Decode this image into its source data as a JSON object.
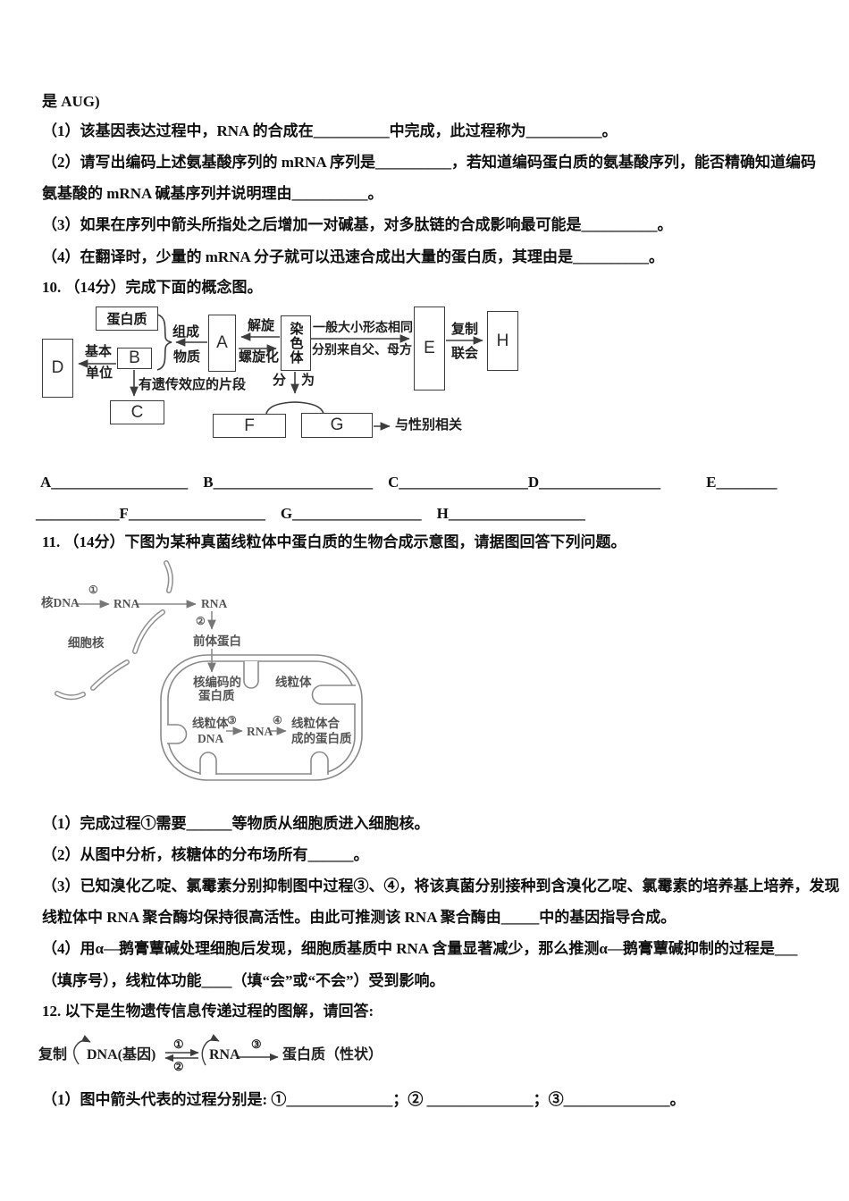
{
  "doc": {
    "lines": {
      "l1": "是 AUG)",
      "l2": "（1）该基因表达过程中，RNA 的合成在__________中完成，此过程称为__________。",
      "l3": "（2）请写出编码上述氨基酸序列的 mRNA 序列是__________，若知道编码蛋白质的氨基酸序列，能否精确知道编码",
      "l4": "氨基酸的 mRNA 碱基序列并说明理由__________。",
      "l5": "（3）如果在序列中箭头所指处之后增加一对碱基，对多肽链的合成影响最可能是__________。",
      "l6": "（4）在翻译时，少量的 mRNA 分子就可以迅速合成出大量的蛋白质，其理由是__________。",
      "q10": "10. （14分）完成下面的概念图。",
      "answers1": "A__________________　B_____________________　C_________________D________________　　　E________",
      "answers2": "___________F__________________　G_________________　H__________________",
      "q11": "11. （14分）下图为某种真菌线粒体中蛋白质的生物合成示意图，请据图回答下列问题。",
      "q11_1": "（1）完成过程①需要______等物质从细胞质进入细胞核。",
      "q11_2": "（2）从图中分析，核糖体的分布场所有______。",
      "q11_3": "（3）已知溴化乙啶、氯霉素分别抑制图中过程③、④，将该真菌分别接种到含溴化乙啶、氯霉素的培养基上培养，发现",
      "q11_3b": "线粒体中 RNA 聚合酶均保持很高活性。由此可推测该 RNA 聚合酶由_____中的基因指导合成。",
      "q11_4": "（4）用α—鹅膏蕈碱处理细胞后发现，细胞质基质中 RNA 含量显著减少，那么推测α—鹅膏蕈碱抑制的过程是___",
      "q11_4b": "（填序号），线粒体功能____（填“会”或“不会”）受到影响。",
      "q12": "12. 以下是生物遗传信息传递过程的图解，请回答:",
      "q12_1": "（1）图中箭头代表的过程分别是: ①______________；② ______________；③______________。"
    }
  },
  "concept": {
    "boxes": {
      "protein": "蛋白质",
      "A": "A",
      "B": "B",
      "C": "C",
      "D": "D",
      "E": "E",
      "F": "F",
      "G": "G",
      "H": "H",
      "chromosome": "染色体"
    },
    "labels": {
      "zucheng": "组成",
      "wuzhi": "物质",
      "jiben": "基本",
      "danwei": "单位",
      "jiexuan": "解旋",
      "luoxuanhua": "螺旋化",
      "yichuan": "有遗传效应的片段",
      "fen": "分",
      "wei": "为",
      "same": "一般大小形态相同",
      "parents": "分别来自父、母方",
      "fuzhi": "复制",
      "lianhui": "联会",
      "sex": "与性别相关"
    }
  },
  "mito": {
    "labels": {
      "heDNA": "核DNA",
      "rna1": "RNA",
      "rna2": "RNA",
      "rna3": "RNA",
      "c1": "①",
      "c2": "②",
      "c3": "③",
      "c4": "④",
      "qianti": "前体蛋白",
      "xibaohe": "细胞核",
      "hebianma1": "核编码的",
      "hebianma2": "蛋白质",
      "xianliti": "线粒体",
      "mtdna1": "线粒体",
      "mtdna2": "DNA",
      "mtprot1": "线粒体合",
      "mtprot2": "成的蛋白质"
    }
  },
  "q12d": {
    "fuzhi": "复制",
    "dna": "DNA(基因)",
    "rna": "RNA",
    "c1": "①",
    "c2": "②",
    "c3": "③",
    "protein": "蛋白质（性状）"
  }
}
